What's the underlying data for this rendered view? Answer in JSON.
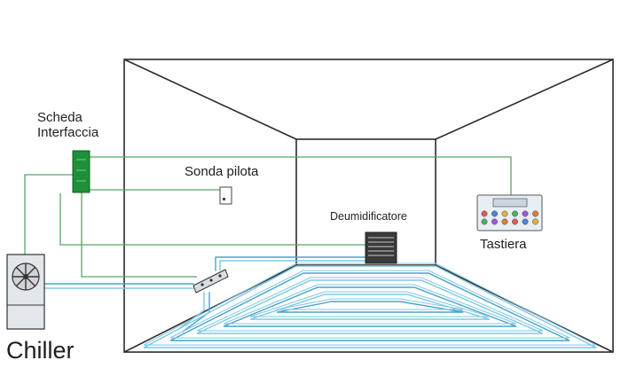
{
  "labels": {
    "scheda_line1": "Scheda",
    "scheda_line2": "Interfaccia",
    "sonda": "Sonda pilota",
    "deumidificatore": "Deumidificatore",
    "tastiera": "Tastiera",
    "chiller": "Chiller"
  },
  "colors": {
    "room_outline": "#2b2b2b",
    "wire_green": "#5aa36a",
    "board_green": "#1f8f3a",
    "pipe_blue": "#7ec8e3",
    "pipe_blue_dark": "#4aa3c9",
    "keypad_button_colors": [
      "#e05a5a",
      "#4a86d8",
      "#e0b23a",
      "#4caf6a",
      "#a05ad8",
      "#e07a3a"
    ]
  }
}
